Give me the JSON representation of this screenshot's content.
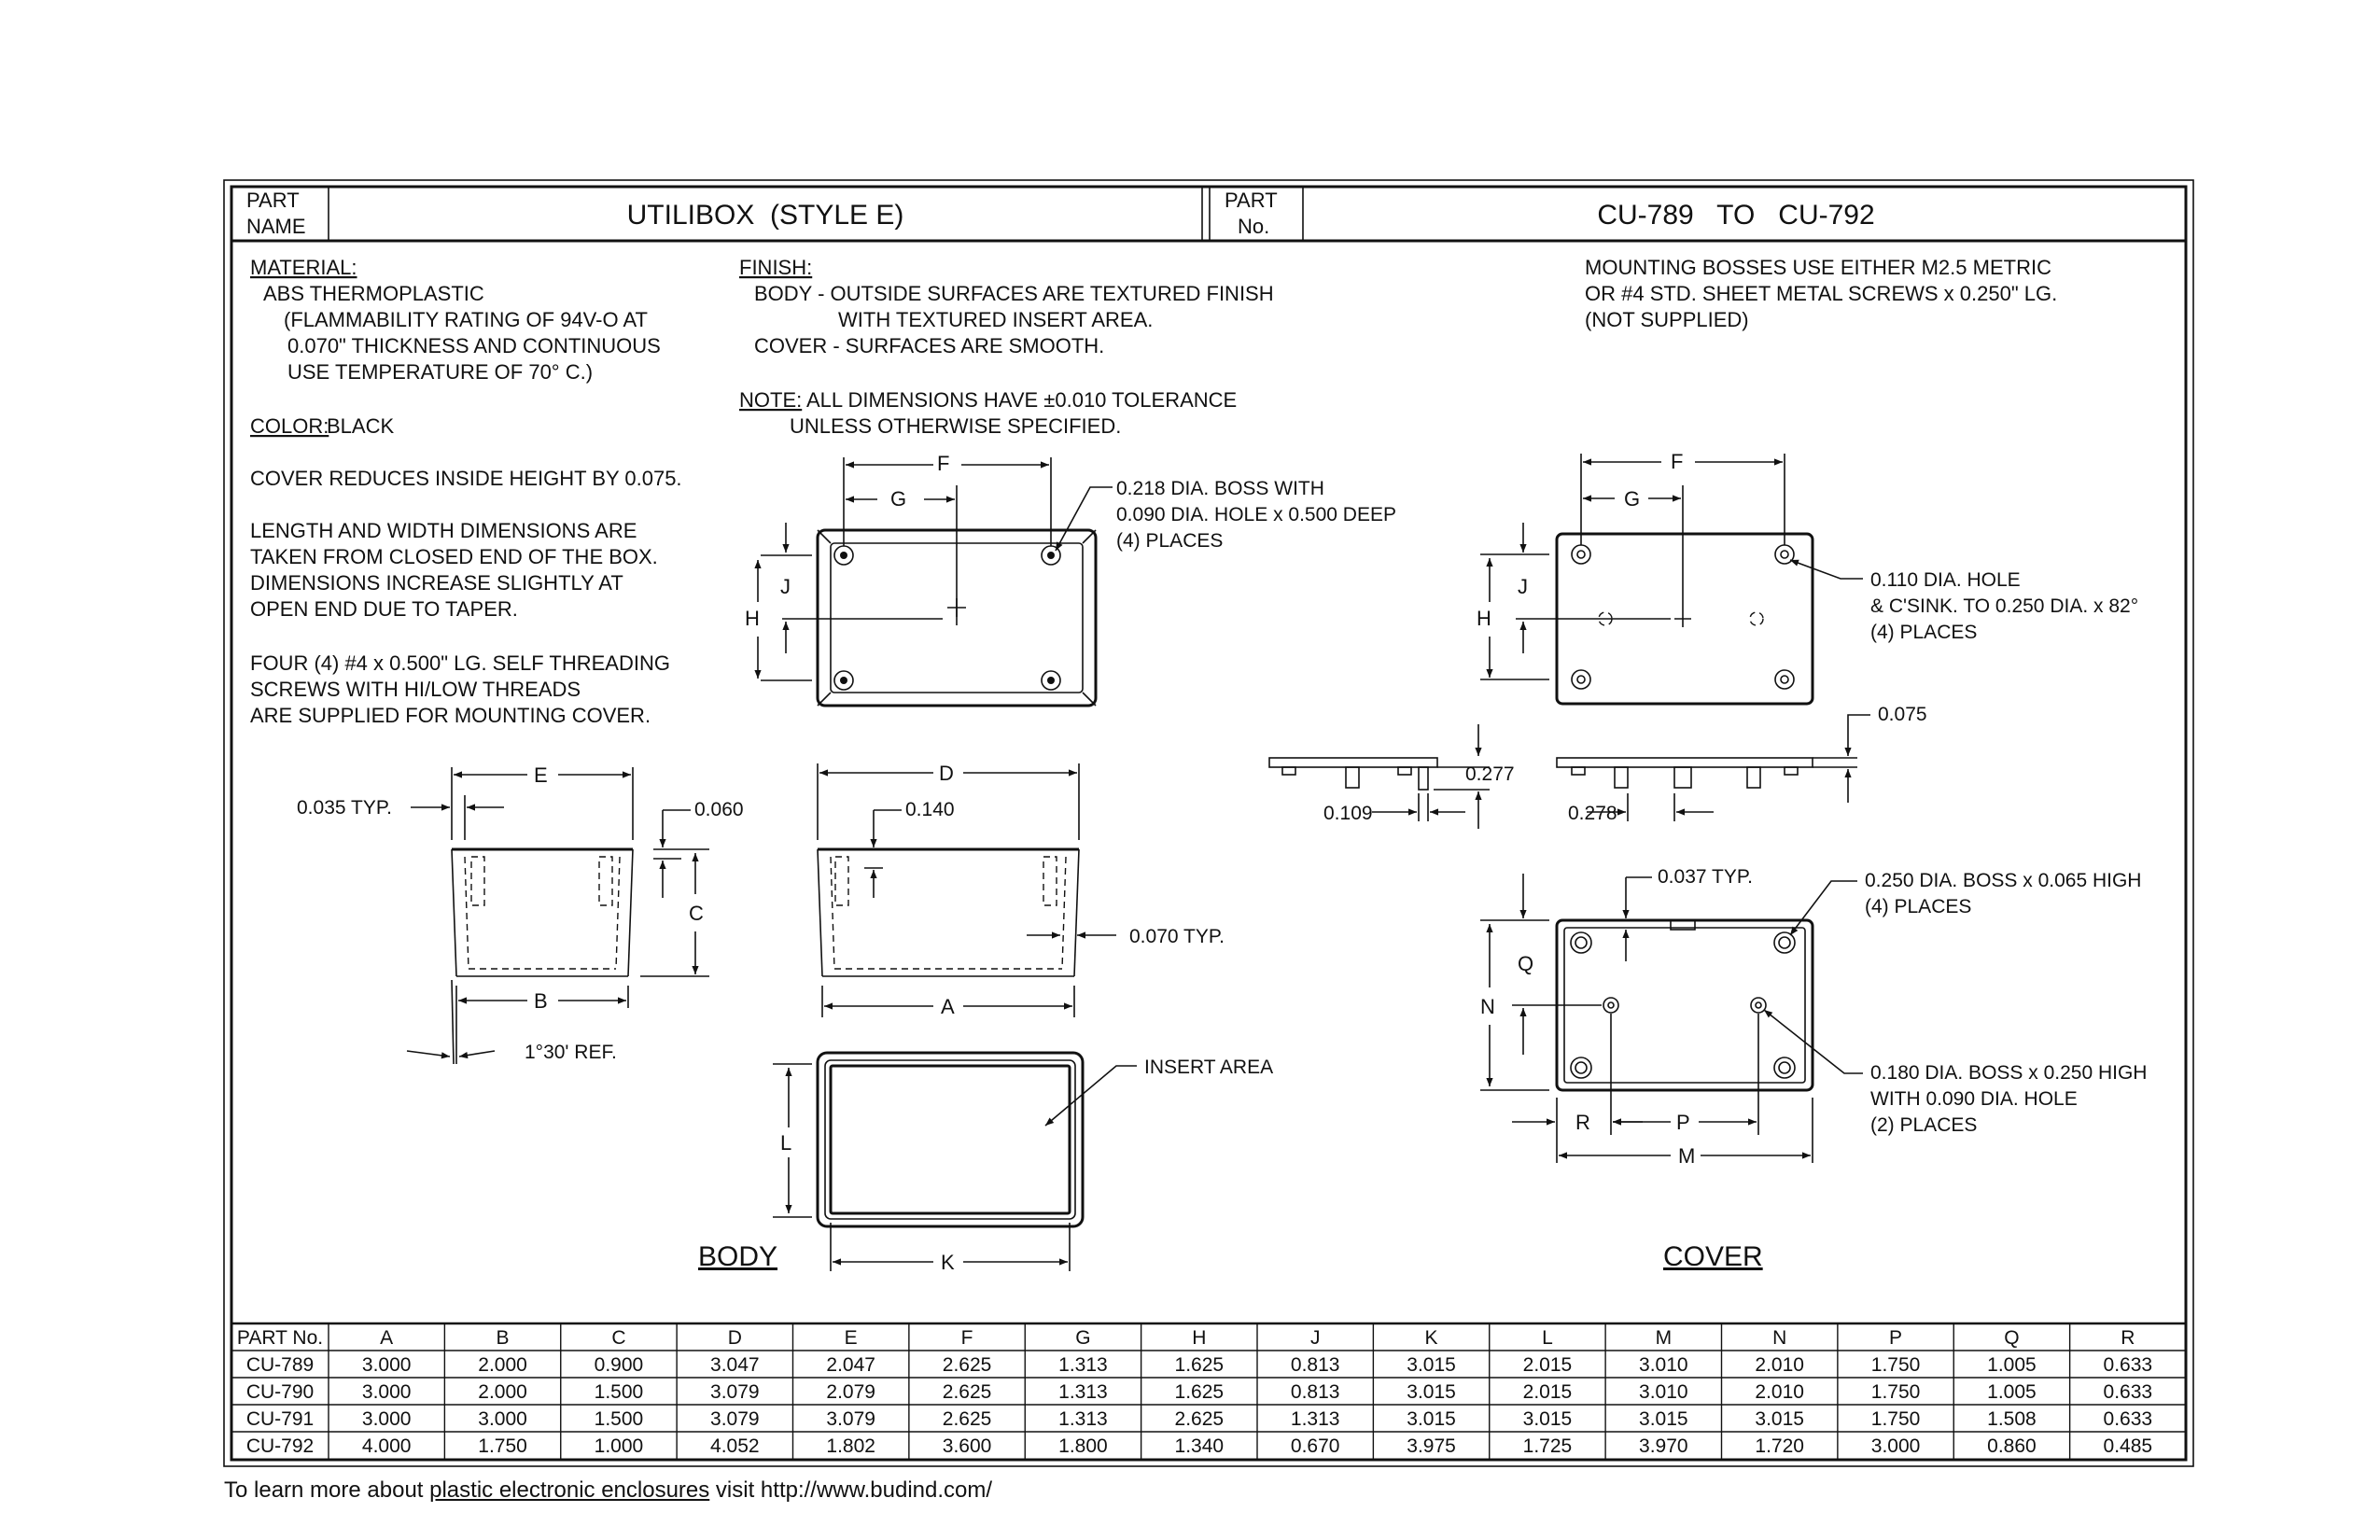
{
  "title_block": {
    "part_name_label_1": "PART",
    "part_name_label_2": "NAME",
    "part_name": "UTILIBOX  (STYLE E)",
    "part_no_label_1": "PART",
    "part_no_label_2": "No.",
    "part_no": "CU-789   TO   CU-792"
  },
  "notes": {
    "material_head": "MATERIAL:",
    "material_lines": [
      "ABS THERMOPLASTIC",
      "(FLAMMABILITY RATING OF 94V-O AT",
      "0.070\" THICKNESS AND CONTINUOUS",
      "USE TEMPERATURE OF 70° C.)"
    ],
    "color_head": "COLOR:",
    "color_value": "BLACK",
    "cover_note": "COVER REDUCES INSIDE HEIGHT BY 0.075.",
    "dimension_lines": [
      "LENGTH AND WIDTH DIMENSIONS ARE",
      "TAKEN FROM CLOSED END OF THE BOX.",
      "DIMENSIONS INCREASE SLIGHTLY AT",
      "OPEN END DUE TO TAPER."
    ],
    "screw_lines": [
      "FOUR (4) #4 x 0.500\" LG. SELF THREADING",
      "SCREWS WITH HI/LOW THREADS",
      "ARE SUPPLIED FOR MOUNTING COVER."
    ],
    "finish_head": "FINISH:",
    "finish_lines": [
      "BODY - OUTSIDE SURFACES ARE TEXTURED FINISH",
      "WITH TEXTURED INSERT AREA.",
      "COVER - SURFACES ARE SMOOTH."
    ],
    "note_head": "NOTE:",
    "note_lines": [
      "ALL DIMENSIONS HAVE ±0.010 TOLERANCE",
      "UNLESS OTHERWISE SPECIFIED."
    ],
    "mounting_lines": [
      "MOUNTING BOSSES USE EITHER M2.5 METRIC",
      "OR #4 STD. SHEET METAL SCREWS x 0.250\" LG.",
      "(NOT SUPPLIED)"
    ]
  },
  "callouts": {
    "body_boss": [
      "0.218 DIA. BOSS WITH",
      "0.090 DIA. HOLE x 0.500 DEEP",
      "(4) PLACES"
    ],
    "cover_hole": [
      "0.110 DIA. HOLE",
      "& C'SINK. TO 0.250 DIA. x 82°",
      "(4) PLACES"
    ],
    "cover_thickness": "0.075",
    "boss_065": [
      "0.250 DIA. BOSS x 0.065 HIGH",
      "(4) PLACES"
    ],
    "boss_250": [
      "0.180 DIA. BOSS x 0.250 HIGH",
      "WITH 0.090 DIA. HOLE",
      "(2) PLACES"
    ],
    "typ_037": "0.037 TYP.",
    "typ_035": "0.035 TYP.",
    "dim_060": "0.060",
    "dim_140": "0.140",
    "typ_070": "0.070 TYP.",
    "ref_angle": "1°30' REF.",
    "insert_area": "INSERT AREA",
    "dim_109": "0.109",
    "dim_277": "0.277",
    "dim_278": "0.278",
    "body_label": "BODY",
    "cover_label": "COVER"
  },
  "dim_letters": {
    "A": "A",
    "B": "B",
    "C": "C",
    "D": "D",
    "E": "E",
    "F": "F",
    "G": "G",
    "H": "H",
    "J": "J",
    "K": "K",
    "L": "L",
    "M": "M",
    "N": "N",
    "P": "P",
    "Q": "Q",
    "R": "R"
  },
  "table": {
    "headers": [
      "PART No.",
      "A",
      "B",
      "C",
      "D",
      "E",
      "F",
      "G",
      "H",
      "J",
      "K",
      "L",
      "M",
      "N",
      "P",
      "Q",
      "R"
    ],
    "rows": [
      [
        "CU-789",
        "3.000",
        "2.000",
        "0.900",
        "3.047",
        "2.047",
        "2.625",
        "1.313",
        "1.625",
        "0.813",
        "3.015",
        "2.015",
        "3.010",
        "2.010",
        "1.750",
        "1.005",
        "0.633"
      ],
      [
        "CU-790",
        "3.000",
        "2.000",
        "1.500",
        "3.079",
        "2.079",
        "2.625",
        "1.313",
        "1.625",
        "0.813",
        "3.015",
        "2.015",
        "3.010",
        "2.010",
        "1.750",
        "1.005",
        "0.633"
      ],
      [
        "CU-791",
        "3.000",
        "3.000",
        "1.500",
        "3.079",
        "3.079",
        "2.625",
        "1.313",
        "2.625",
        "1.313",
        "3.015",
        "3.015",
        "3.015",
        "3.015",
        "1.750",
        "1.508",
        "0.633"
      ],
      [
        "CU-792",
        "4.000",
        "1.750",
        "1.000",
        "4.052",
        "1.802",
        "3.600",
        "1.800",
        "1.340",
        "0.670",
        "3.975",
        "1.725",
        "3.970",
        "1.720",
        "3.000",
        "0.860",
        "0.485"
      ]
    ]
  },
  "footer": {
    "prefix": "To learn more about ",
    "link": "plastic electronic enclosures",
    "suffix": " visit http://www.budind.com/"
  }
}
